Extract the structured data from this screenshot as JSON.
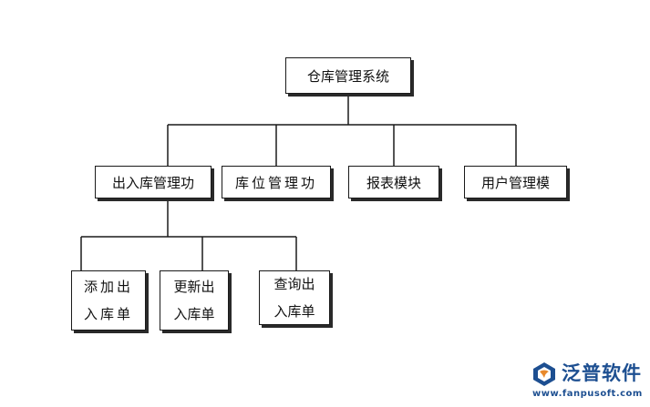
{
  "diagram": {
    "root": {
      "label": "仓库管理系统"
    },
    "modules": [
      {
        "label": "出入库管理功"
      },
      {
        "label": "库位管理功"
      },
      {
        "label": "报表模块"
      },
      {
        "label": "用户管理模"
      }
    ],
    "submodules": [
      {
        "line1": "添加出",
        "line2": "入库单"
      },
      {
        "line1": "更新出",
        "line2": "入库单"
      },
      {
        "line1": "查询出",
        "line2": "入库单"
      }
    ]
  },
  "watermark": {
    "name": "泛普软件",
    "url": "www.fanpusoft.com",
    "icon": "fanpu-logo-icon",
    "colors": {
      "primary": "#1d4f91",
      "accent": "#e8892b"
    }
  },
  "colors": {
    "line": "#1a1a1a",
    "box_border": "#1a1a1a",
    "shadow": "#2a2a2a"
  }
}
